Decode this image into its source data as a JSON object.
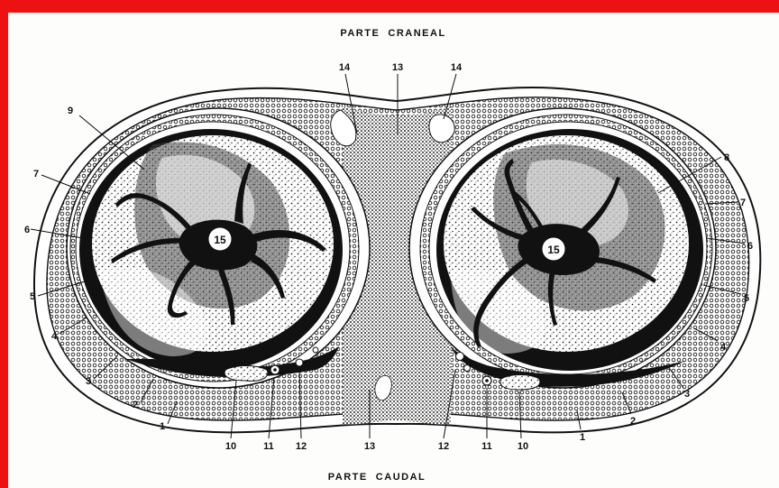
{
  "titles": {
    "top": "PARTE  CRANEAL",
    "bottom": "PARTE  CAUDAL"
  },
  "labels": {
    "l1_left": "1",
    "l1_right": "1",
    "l2_left": "2",
    "l2_right": "2",
    "l3_left": "3",
    "l3_right": "3",
    "l4_left": "4",
    "l4_right": "4",
    "l5_left": "5",
    "l5_right": "5",
    "l6_left": "6",
    "l6_right": "6",
    "l7_left": "7",
    "l7_right": "7",
    "l8": "8",
    "l9": "9",
    "l10_left": "10",
    "l10_right": "10",
    "l11_left": "11",
    "l11_right": "11",
    "l12_left": "12",
    "l12_right": "12",
    "l13_top": "13",
    "l13_bottom": "13",
    "l14_left": "14",
    "l14_right": "14",
    "l15_left": "15",
    "l15_right": "15"
  },
  "colors": {
    "frame": "#ee1111",
    "ink": "#111111",
    "paper": "#fdfdfb"
  }
}
